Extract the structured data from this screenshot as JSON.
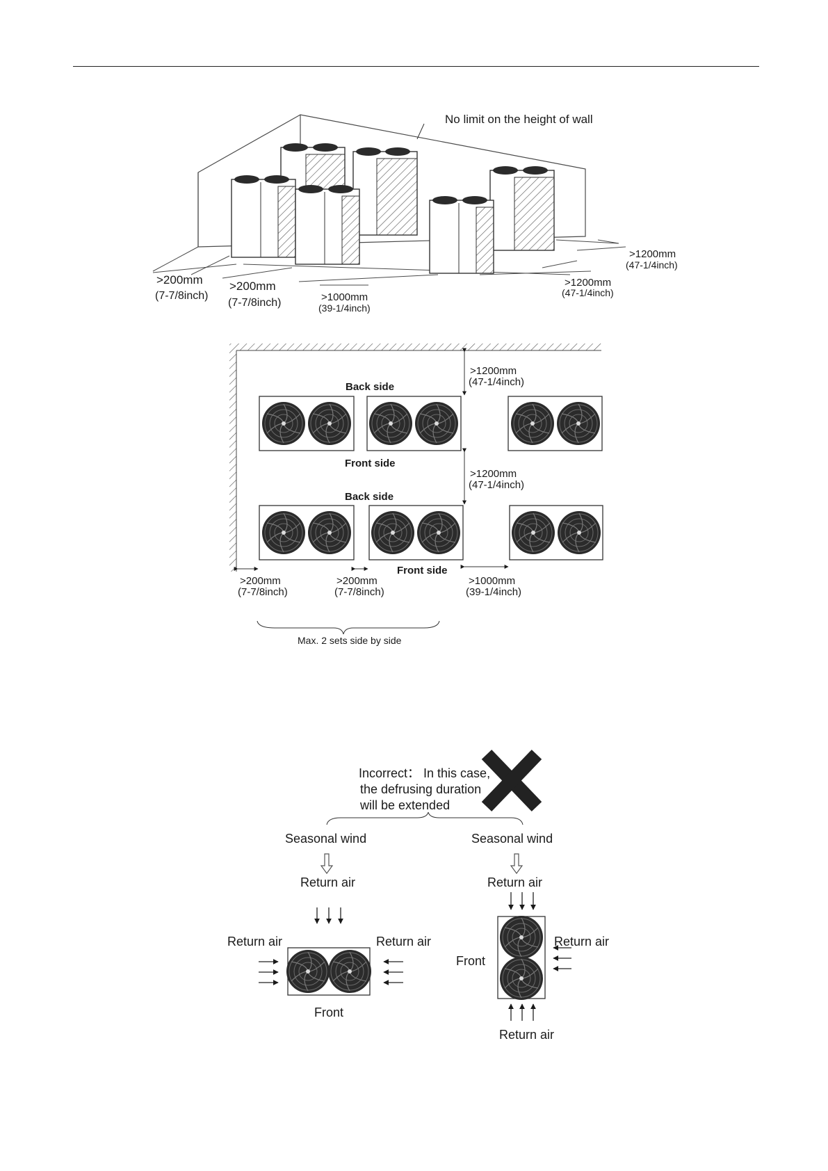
{
  "perspective": {
    "wall_note": "No limit on the height of wall",
    "left_gap": {
      "value": ">200mm",
      "inch": "(7-7/8inch)"
    },
    "middle_gap": {
      "value": ">200mm",
      "inch": "(7-7/8inch)"
    },
    "between_groups": {
      "value": ">1000mm",
      "inch": "(39-1/4inch)"
    },
    "front_clearance_1": {
      "value": ">1200mm",
      "inch": "(47-1/4inch)"
    },
    "front_clearance_2": {
      "value": ">1200mm",
      "inch": "(47-1/4inch)"
    }
  },
  "plan": {
    "back_side_1": "Back side",
    "front_side_1": "Front side",
    "back_side_2": "Back side",
    "front_side_2": "Front side",
    "top_clearance": {
      "value": ">1200mm",
      "inch": "(47-1/4inch)"
    },
    "row_clearance": {
      "value": ">1200mm",
      "inch": "(47-1/4inch)"
    },
    "left_gap": {
      "value": "˃200mm",
      "inch": "(7-7/8inch)"
    },
    "middle_gap": {
      "value": "˃200mm",
      "inch": "(7-7/8inch)"
    },
    "group_gap": {
      "value": ">1000mm",
      "inch": "(39-1/4inch)"
    },
    "max_sets": "Max. 2 sets side by side"
  },
  "wind": {
    "incorrect_line1": "Incorrect： In this case,",
    "incorrect_line2": "the defrusing duration",
    "incorrect_line3": "will be extended",
    "seasonal_left": "Seasonal wind",
    "seasonal_right": "Seasonal wind",
    "left_return_top": "Return air",
    "left_return_left": "Return air",
    "left_return_right": "Return air",
    "left_front": "Front",
    "right_return_top": "Return air",
    "right_return_right": "Return air",
    "right_front": "Front",
    "right_return_bottom": "Return air"
  }
}
